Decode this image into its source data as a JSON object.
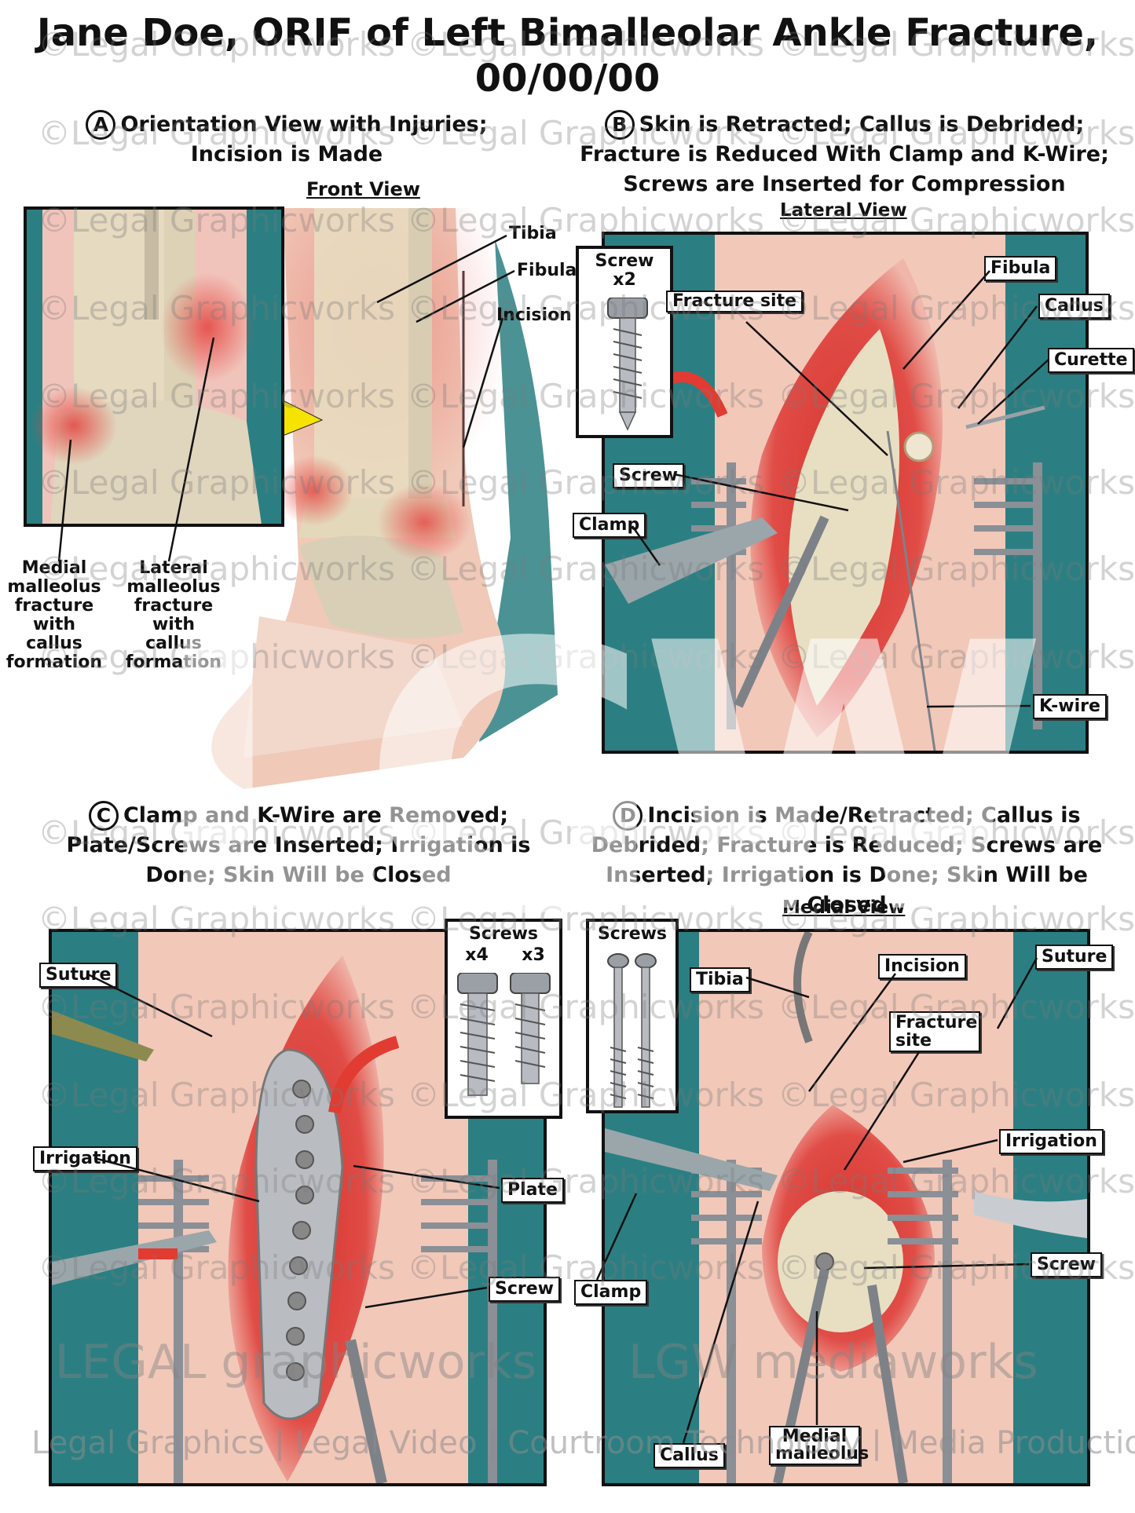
{
  "title": {
    "line1": "Jane Doe, ORIF of Left Bimalleolar Ankle Fracture,",
    "line2": "00/00/00"
  },
  "panels": {
    "A": {
      "letter": "A",
      "title1": "Orientation View with Injuries;",
      "title2": "Incision is Made",
      "view": "Front View",
      "labels": {
        "tibia": "Tibia",
        "fibula": "Fibula",
        "incision": "Incision",
        "medial": "Medial malleolus fracture with callus formation",
        "lateral": "Lateral malleolus fracture with callus formation"
      }
    },
    "B": {
      "letter": "B",
      "title1": "Skin is Retracted; Callus is Debrided;",
      "title2": "Fracture is Reduced With Clamp and K-Wire;",
      "title3": "Screws are Inserted for Compression",
      "view": "Lateral View",
      "screwbox": {
        "line1": "Screw",
        "line2": "x2"
      },
      "labels": {
        "fracture_site": "Fracture site",
        "fibula": "Fibula",
        "callus": "Callus",
        "curette": "Curette",
        "screw": "Screw",
        "clamp": "Clamp",
        "kwire": "K-wire"
      }
    },
    "C": {
      "letter": "C",
      "title1": "Clamp and K-Wire are Removed;",
      "title2": "Plate/Screws are Inserted; Irrigation is",
      "title3": "Done; Skin Will be Closed",
      "screwbox": {
        "line1": "Screws",
        "left": "x4",
        "right": "x3"
      },
      "labels": {
        "suture": "Suture",
        "irrigation": "Irrigation",
        "plate": "Plate",
        "screw": "Screw"
      }
    },
    "D": {
      "letter": "D",
      "title1": "Incision is Made/Retracted; Callus is",
      "title2": "Debrided; Fracture is Reduced; Screws are",
      "title3": "Inserted; Irrigation is Done; Skin Will be Closed",
      "view": "Medial View",
      "screwbox": {
        "line1": "Screws"
      },
      "labels": {
        "tibia": "Tibia",
        "incision": "Incision",
        "suture": "Suture",
        "fracture_site": "Fracture site",
        "irrigation": "Irrigation",
        "screw": "Screw",
        "clamp": "Clamp",
        "callus": "Callus",
        "medial_malleolus": "Medial malleolus"
      }
    }
  },
  "watermark": {
    "text": "©Legal Graphicworks",
    "big": "LGW",
    "brand_left": "LEGAL graphicworks",
    "brand_right": "LGW mediaworks",
    "footer": "Legal Graphics | Legal Video | Courtroom Technology | Media Production"
  },
  "colors": {
    "teal": "#2b7f82",
    "tissue_red": "#d73a35",
    "bone": "#e8dcc0",
    "skin": "#f0c9b8"
  }
}
